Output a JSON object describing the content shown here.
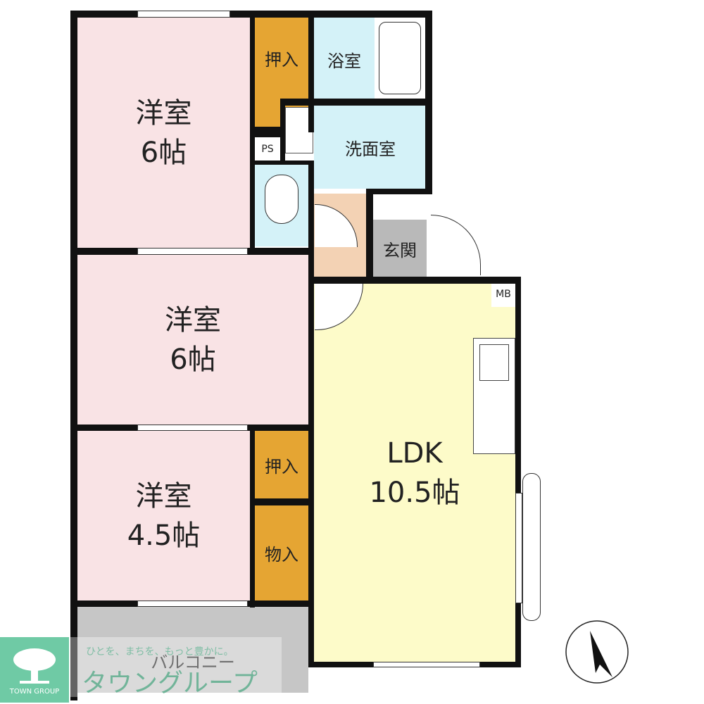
{
  "rooms": {
    "western1": {
      "name": "洋室",
      "size": "6帖"
    },
    "closet1": {
      "name": "押入"
    },
    "bath": {
      "name": "浴室"
    },
    "ps": {
      "name": "PS"
    },
    "washroom": {
      "name": "洗面室"
    },
    "entrance": {
      "name": "玄関"
    },
    "mb": {
      "name": "MB"
    },
    "western2": {
      "name": "洋室",
      "size": "6帖"
    },
    "closet2": {
      "name": "押入"
    },
    "storage": {
      "name": "物入"
    },
    "western3": {
      "name": "洋室",
      "size": "4.5帖"
    },
    "ldk": {
      "name": "LDK",
      "size": "10.5帖"
    },
    "balcony": {
      "name": "バルコニー"
    }
  },
  "logo": {
    "brand_en": "TOWN GROUP",
    "brand_jp": "タウングループ",
    "tagline": "ひとを、まちを、もっと豊かに。",
    "color": "#6fcaa5"
  },
  "compass": {
    "icon": "north-arrow-icon"
  },
  "colors": {
    "western": "#f9e3e5",
    "closet": "#e5a533",
    "wet": "#d4f2f8",
    "ldk": "#fdfbc9",
    "balcony": "#c6c6c6"
  }
}
